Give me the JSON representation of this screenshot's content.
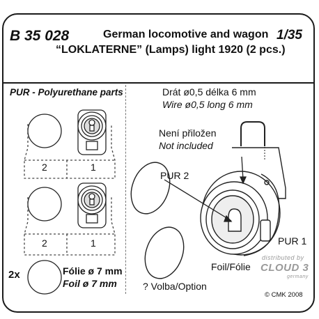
{
  "header": {
    "code": "B 35 028",
    "title": "German locomotive and wagon",
    "scale": "1/35",
    "subtitle": "“LOKLATERNE” (Lamps) light 1920 (2 pcs.)"
  },
  "left_panel": {
    "title": "PUR - Polyurethane parts",
    "group1": {
      "label_left": "2",
      "label_right": "1"
    },
    "group2": {
      "label_left": "2",
      "label_right": "1"
    },
    "foil": {
      "multiplier": "2x",
      "label_cz": "Fólie ø 7 mm",
      "label_en": "Foil ø 7 mm"
    }
  },
  "right_panel": {
    "wire_cz": "Drát ø0,5 délka 6 mm",
    "wire_en": "Wire ø0,5 long 6 mm",
    "not_included_cz": "Není přiložen",
    "not_included_en": "Not included",
    "pur2": "PUR 2",
    "pur1": "PUR 1",
    "foil": "Foil/Fólie",
    "option": "? Volba/Option",
    "copyright": "© CMK 2008",
    "watermark_1": "distributed by",
    "watermark_2": "CLOUD 3",
    "watermark_3": "germany"
  }
}
